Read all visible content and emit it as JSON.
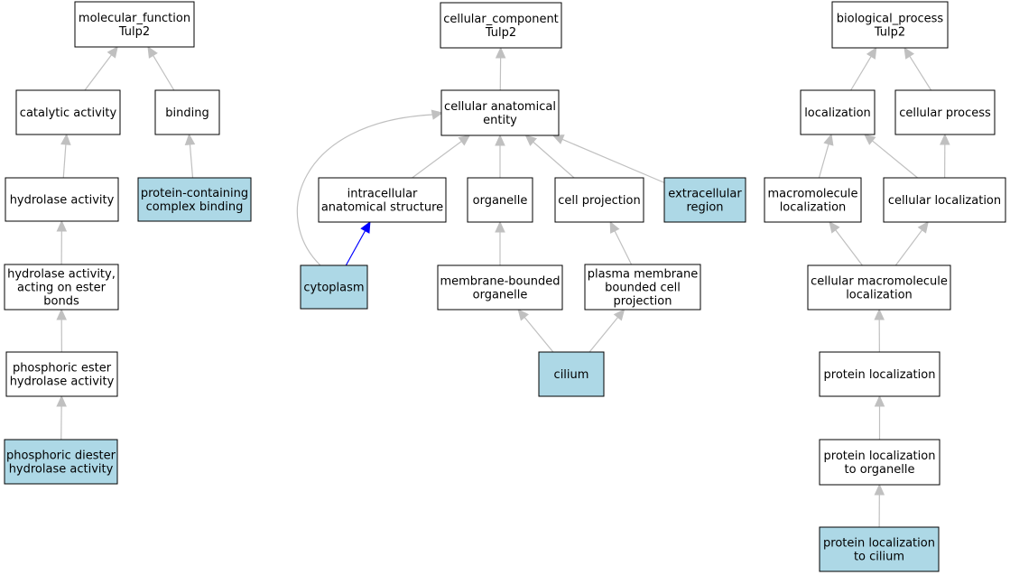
{
  "colors": {
    "node_default": "#ffffff",
    "node_highlight": "#add8e6",
    "edge_default": "#c0c0c0",
    "edge_highlight": "#0000ff",
    "border": "#000000"
  },
  "nodes": [
    {
      "id": "mf_root",
      "lines": [
        "molecular_function",
        "Tulp2"
      ],
      "highlight": false
    },
    {
      "id": "catalytic",
      "lines": [
        "catalytic activity"
      ],
      "highlight": false
    },
    {
      "id": "binding",
      "lines": [
        "binding"
      ],
      "highlight": false
    },
    {
      "id": "hydrolase",
      "lines": [
        "hydrolase activity"
      ],
      "highlight": false
    },
    {
      "id": "pcb",
      "lines": [
        "protein-containing",
        "complex binding"
      ],
      "highlight": true
    },
    {
      "id": "hyd_ester",
      "lines": [
        "hydrolase activity,",
        "acting on ester",
        "bonds"
      ],
      "highlight": false
    },
    {
      "id": "phos_ester",
      "lines": [
        "phosphoric ester",
        "hydrolase activity"
      ],
      "highlight": false
    },
    {
      "id": "phos_diester",
      "lines": [
        "phosphoric diester",
        "hydrolase activity"
      ],
      "highlight": true
    },
    {
      "id": "cc_root",
      "lines": [
        "cellular_component",
        "Tulp2"
      ],
      "highlight": false
    },
    {
      "id": "cae",
      "lines": [
        "cellular anatomical",
        "entity"
      ],
      "highlight": false
    },
    {
      "id": "ias",
      "lines": [
        "intracellular",
        "anatomical structure"
      ],
      "highlight": false
    },
    {
      "id": "organelle",
      "lines": [
        "organelle"
      ],
      "highlight": false
    },
    {
      "id": "cell_proj",
      "lines": [
        "cell projection"
      ],
      "highlight": false
    },
    {
      "id": "extracell",
      "lines": [
        "extracellular",
        "region"
      ],
      "highlight": true
    },
    {
      "id": "cytoplasm",
      "lines": [
        "cytoplasm"
      ],
      "highlight": true
    },
    {
      "id": "mbo",
      "lines": [
        "membrane-bounded",
        "organelle"
      ],
      "highlight": false
    },
    {
      "id": "pmbcp",
      "lines": [
        "plasma membrane",
        "bounded cell",
        "projection"
      ],
      "highlight": false
    },
    {
      "id": "cilium",
      "lines": [
        "cilium"
      ],
      "highlight": true
    },
    {
      "id": "bp_root",
      "lines": [
        "biological_process",
        "Tulp2"
      ],
      "highlight": false
    },
    {
      "id": "localization",
      "lines": [
        "localization"
      ],
      "highlight": false
    },
    {
      "id": "cell_proc",
      "lines": [
        "cellular process"
      ],
      "highlight": false
    },
    {
      "id": "macro_loc",
      "lines": [
        "macromolecule",
        "localization"
      ],
      "highlight": false
    },
    {
      "id": "cell_loc",
      "lines": [
        "cellular localization"
      ],
      "highlight": false
    },
    {
      "id": "cell_macro_loc",
      "lines": [
        "cellular macromolecule",
        "localization"
      ],
      "highlight": false
    },
    {
      "id": "prot_loc",
      "lines": [
        "protein localization"
      ],
      "highlight": false
    },
    {
      "id": "prot_loc_org",
      "lines": [
        "protein localization",
        "to organelle"
      ],
      "highlight": false
    },
    {
      "id": "prot_loc_cil",
      "lines": [
        "protein localization",
        "to cilium"
      ],
      "highlight": true
    }
  ],
  "edges": [
    {
      "from": "catalytic",
      "to": "mf_root",
      "highlight": false
    },
    {
      "from": "binding",
      "to": "mf_root",
      "highlight": false
    },
    {
      "from": "hydrolase",
      "to": "catalytic",
      "highlight": false
    },
    {
      "from": "pcb",
      "to": "binding",
      "highlight": false
    },
    {
      "from": "hyd_ester",
      "to": "hydrolase",
      "highlight": false
    },
    {
      "from": "phos_ester",
      "to": "hyd_ester",
      "highlight": false
    },
    {
      "from": "phos_diester",
      "to": "phos_ester",
      "highlight": false
    },
    {
      "from": "cae",
      "to": "cc_root",
      "highlight": false
    },
    {
      "from": "ias",
      "to": "cae",
      "highlight": false
    },
    {
      "from": "organelle",
      "to": "cae",
      "highlight": false
    },
    {
      "from": "cell_proj",
      "to": "cae",
      "highlight": false
    },
    {
      "from": "extracell",
      "to": "cae",
      "highlight": false
    },
    {
      "from": "cytoplasm",
      "to": "cae",
      "highlight": false,
      "curved": true
    },
    {
      "from": "cytoplasm",
      "to": "ias",
      "highlight": true
    },
    {
      "from": "mbo",
      "to": "organelle",
      "highlight": false
    },
    {
      "from": "pmbcp",
      "to": "cell_proj",
      "highlight": false
    },
    {
      "from": "cilium",
      "to": "mbo",
      "highlight": false
    },
    {
      "from": "cilium",
      "to": "pmbcp",
      "highlight": false
    },
    {
      "from": "localization",
      "to": "bp_root",
      "highlight": false
    },
    {
      "from": "cell_proc",
      "to": "bp_root",
      "highlight": false
    },
    {
      "from": "macro_loc",
      "to": "localization",
      "highlight": false
    },
    {
      "from": "cell_loc",
      "to": "localization",
      "highlight": false
    },
    {
      "from": "cell_loc",
      "to": "cell_proc",
      "highlight": false
    },
    {
      "from": "cell_macro_loc",
      "to": "macro_loc",
      "highlight": false
    },
    {
      "from": "cell_macro_loc",
      "to": "cell_loc",
      "highlight": false
    },
    {
      "from": "prot_loc",
      "to": "cell_macro_loc",
      "highlight": false
    },
    {
      "from": "prot_loc_org",
      "to": "prot_loc",
      "highlight": false
    },
    {
      "from": "prot_loc_cil",
      "to": "prot_loc_org",
      "highlight": false
    }
  ]
}
